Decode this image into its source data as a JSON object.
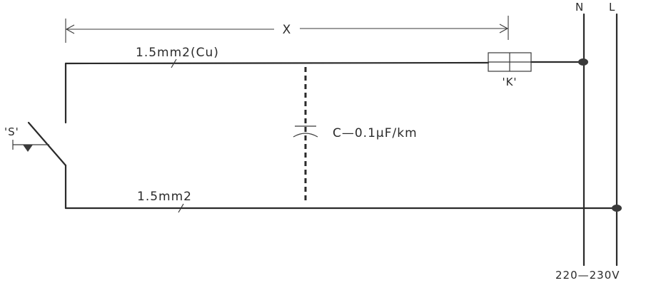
{
  "labels": {
    "dimension": "X",
    "top_wire": "1.5mm2(Cu)",
    "bottom_wire": "1.5mm2",
    "capacitance": "C—0.1µF/km",
    "switch": "'S'",
    "relay": "'K'",
    "neutral": "N",
    "live": "L",
    "voltage": "220—230V"
  }
}
